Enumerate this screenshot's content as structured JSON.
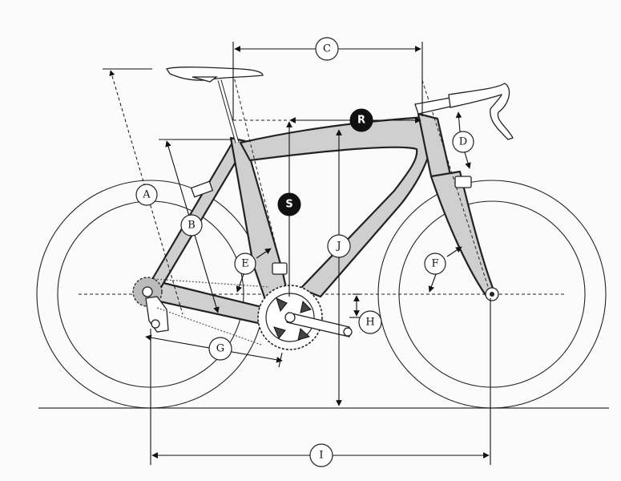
{
  "diagram": {
    "labels": [
      {
        "id": "A",
        "dark": false
      },
      {
        "id": "B",
        "dark": false
      },
      {
        "id": "C",
        "dark": false
      },
      {
        "id": "D",
        "dark": false
      },
      {
        "id": "E",
        "dark": false
      },
      {
        "id": "F",
        "dark": false
      },
      {
        "id": "G",
        "dark": false
      },
      {
        "id": "H",
        "dark": false
      },
      {
        "id": "I",
        "dark": false
      },
      {
        "id": "J",
        "dark": false
      },
      {
        "id": "R",
        "dark": true
      },
      {
        "id": "S",
        "dark": true
      }
    ],
    "colors": {
      "frame_fill": "#cfcfcf",
      "line": "#222222",
      "background": "#fbfbfb",
      "dark_label": "#111111"
    }
  }
}
